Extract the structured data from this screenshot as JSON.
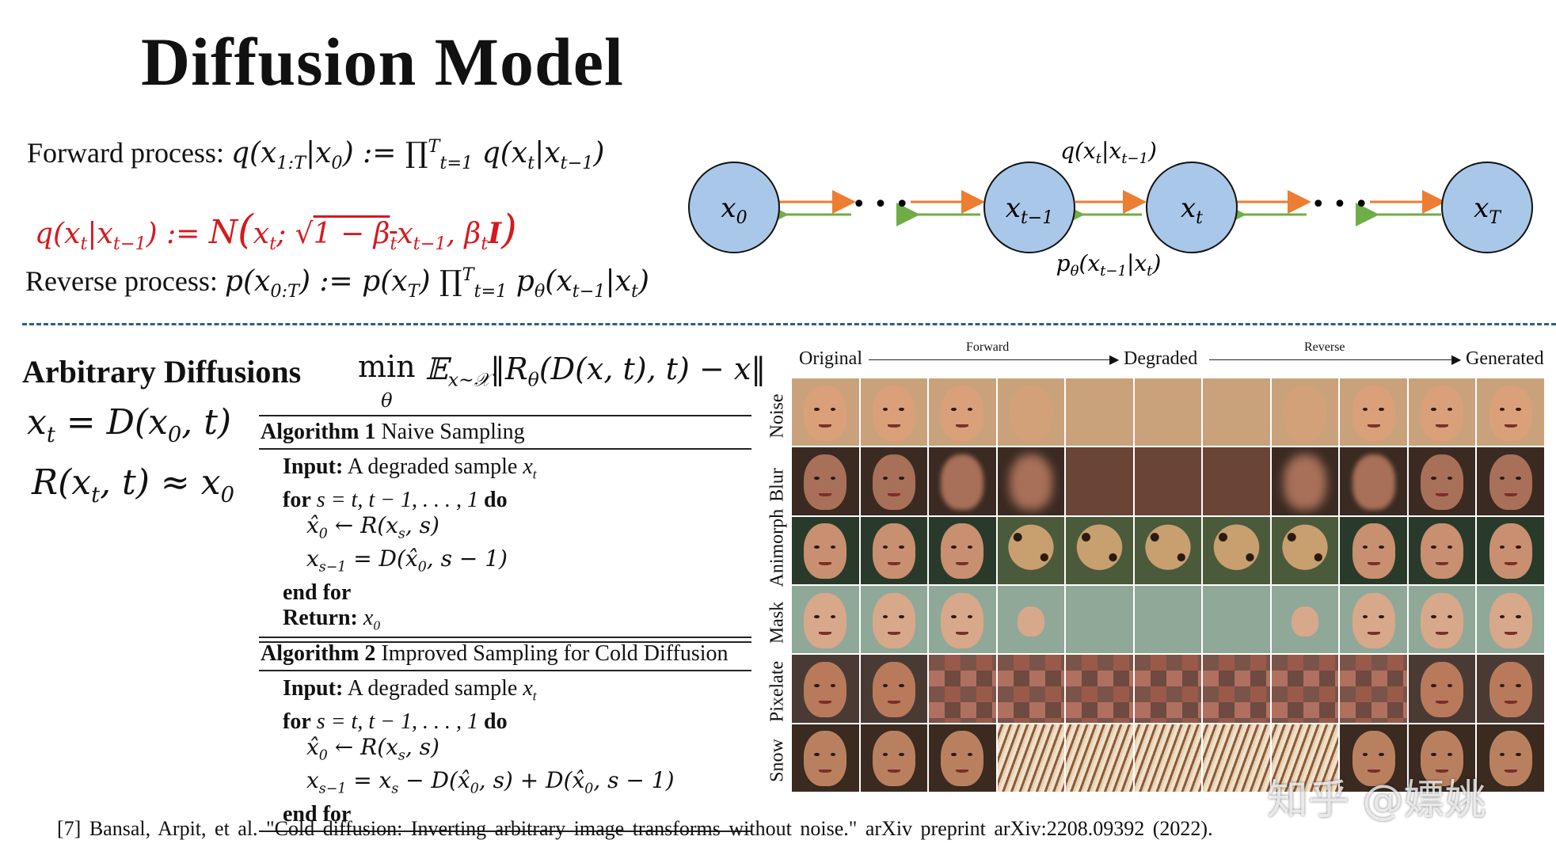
{
  "title": "Diffusion Model",
  "forward": {
    "label": "Forward process:",
    "formula": "q(x1:T|x0) := ∏Tt=1 q(xt|xt−1)"
  },
  "red_formula": "q(xt|xt−1) := N(xt; √1 − βt xt−1, βt I)",
  "reverse": {
    "label": "Reverse process:",
    "formula": "p(x0:T) := p(xT) ∏Tt=1 pθ(xt−1|xt)"
  },
  "chain": {
    "nodes": [
      "x0",
      "xt−1",
      "xt",
      "xT"
    ],
    "ellipsis": "• • •",
    "q_label": "q(xt|xt−1)",
    "p_label": "pθ(xt−1|xt)",
    "colors": {
      "node_fill": "#a9c7e8",
      "forward_arrow": "#ed7d31",
      "reverse_arrow": "#70ad47"
    }
  },
  "section_title": "Arbitrary Diffusions",
  "objective": "min θ E x∼X ‖Rθ(D(x,t),t) − x‖",
  "objective_min": "min",
  "objective_theta": "θ",
  "objective_rest": "𝔼x∼𝒳 ‖Rθ(D(x,t),t) − x‖",
  "eq1": "xt = D(x0, t)",
  "eq2": "R(xt, t) ≈ x0",
  "algo1": {
    "head_bold": "Algorithm 1",
    "head": "Naive Sampling",
    "input_bold": "Input:",
    "input": "A degraded sample xt",
    "for_bold": "for",
    "for_mid": "s = t, t − 1, . . . , 1",
    "do_bold": "do",
    "line1": "x̂0 ← R(xs, s)",
    "line2": "xs−1 = D(x̂0, s − 1)",
    "end_bold": "end for",
    "return_bold": "Return:",
    "return": "x0"
  },
  "algo2": {
    "head_bold": "Algorithm 2",
    "head": "Improved Sampling for Cold Diffusion",
    "input_bold": "Input:",
    "input": "A degraded sample xt",
    "for_bold": "for",
    "for_mid": "s = t, t − 1, . . . , 1",
    "do_bold": "do",
    "line1": "x̂0 ← R(xs, s)",
    "line2": "xs−1 = xs − D(x̂0, s) + D(x̂0, s − 1)",
    "end_bold": "end for"
  },
  "grid": {
    "original": "Original",
    "forward": "Forward",
    "degraded": "Degraded",
    "reverse": "Reverse",
    "generated": "Generated",
    "rows": [
      "Noise",
      "Blur",
      "Animorph",
      "Mask",
      "Pixelate",
      "Snow"
    ]
  },
  "footer": "[7] Bansal, Arpit, et al. \"Cold diffusion: Inverting arbitrary image transforms without noise.\" arXiv preprint arXiv:2208.09392 (2022).",
  "watermark": "知乎 @嫖姚"
}
